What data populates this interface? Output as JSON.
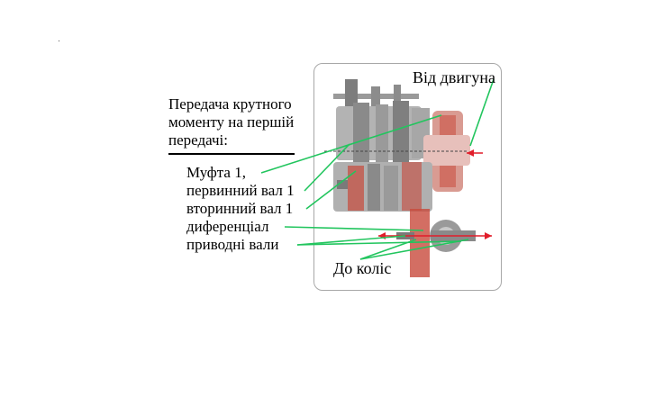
{
  "title": {
    "lines": [
      "Передача крутного",
      "моменту на першій",
      "передачі:"
    ]
  },
  "labels": {
    "engine": "Від двигуна",
    "clutch": "Муфта 1,",
    "primary_shaft": "первинний вал 1",
    "secondary_shaft": "вторинний вал 1",
    "differential": "диференціал",
    "drive_shafts": "приводні вали",
    "to_wheels": "До коліс"
  },
  "colors": {
    "leader": "#22c55e",
    "flow_arrow": "#e11d2a",
    "highlight": "#c84a3c"
  }
}
